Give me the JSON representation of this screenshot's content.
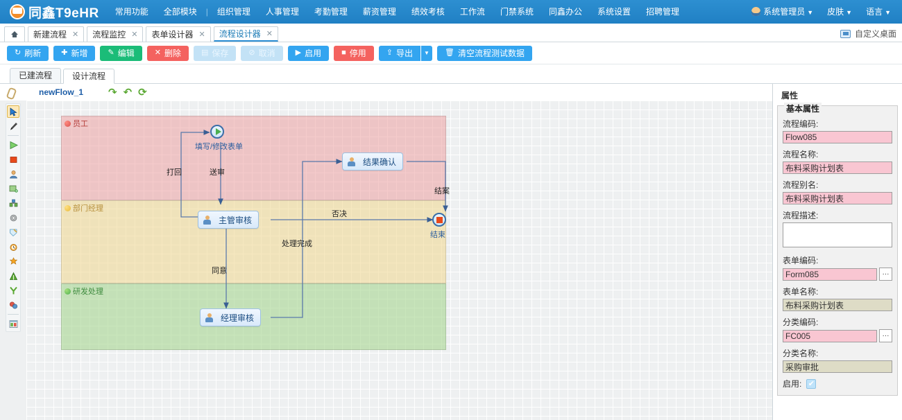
{
  "topnav": {
    "brand": "同鑫T9eHR",
    "logo_icon": "logo-mark",
    "items": [
      "常用功能",
      "全部模块",
      "|",
      "组织管理",
      "人事管理",
      "考勤管理",
      "薪资管理",
      "绩效考核",
      "工作流",
      "门禁系统",
      "同鑫办公",
      "系统设置",
      "招聘管理"
    ],
    "right": {
      "user_icon": "user-icon",
      "user": "系统管理员",
      "skin": "皮肤",
      "language": "语言",
      "caret": "▼"
    },
    "bg_color": "#2080c4"
  },
  "tabs": {
    "home_icon": "home-icon",
    "items": [
      {
        "label": "新建流程",
        "close": "✕",
        "active": false
      },
      {
        "label": "流程监控",
        "close": "✕",
        "active": false
      },
      {
        "label": "表单设计器",
        "close": "✕",
        "active": false
      },
      {
        "label": "流程设计器",
        "close": "✕",
        "active": true
      }
    ],
    "right_label": "自定义桌面",
    "right_icon": "monitor-icon"
  },
  "toolbar": [
    {
      "label": "刷新",
      "icon": "↻",
      "style": "blue",
      "name": "refresh-button"
    },
    {
      "label": "新增",
      "icon": "✚",
      "style": "blue",
      "name": "add-button"
    },
    {
      "label": "编辑",
      "icon": "✎",
      "style": "green",
      "name": "edit-button"
    },
    {
      "label": "删除",
      "icon": "✕",
      "style": "red",
      "name": "delete-button"
    },
    {
      "label": "保存",
      "icon": "▤",
      "style": "disabled",
      "name": "save-button"
    },
    {
      "label": "取消",
      "icon": "⊘",
      "style": "disabled",
      "name": "cancel-button"
    },
    {
      "label": "启用",
      "icon": "▶",
      "style": "blue",
      "name": "enable-button"
    },
    {
      "label": "停用",
      "icon": "■",
      "style": "red",
      "name": "disable-button"
    },
    {
      "label": "导出",
      "icon": "⇪",
      "style": "blue",
      "name": "export-button",
      "split": true,
      "split_caret": "▼"
    },
    {
      "label": "清空流程测试数据",
      "icon": "🗑",
      "style": "blue",
      "name": "clear-test-data-button"
    }
  ],
  "subtabs": [
    {
      "label": "已建流程",
      "active": false
    },
    {
      "label": "设计流程",
      "active": true
    }
  ],
  "designer": {
    "clip_icon": "attachment-icon",
    "flow_name": "newFlow_1",
    "undo_icon": "↷",
    "redo_icon": "↶",
    "refresh_icon": "⟳",
    "lanes": [
      {
        "label": "员工",
        "color": "#e8a0a0"
      },
      {
        "label": "部门经理",
        "color": "#f0d896"
      },
      {
        "label": "研发处理",
        "color": "#a8d693"
      }
    ],
    "nodes": [
      {
        "type": "start",
        "caption": "填写/修改表单",
        "name": "node-start-fill-form"
      },
      {
        "type": "task",
        "label": "结果确认",
        "name": "node-task-result-confirm"
      },
      {
        "type": "task",
        "label": "主管审核",
        "name": "node-task-supervisor-review"
      },
      {
        "type": "task",
        "label": "经理审核",
        "name": "node-task-manager-review"
      },
      {
        "type": "end",
        "caption": "结束",
        "name": "node-end"
      }
    ],
    "edges": [
      {
        "label": "打回"
      },
      {
        "label": "送审"
      },
      {
        "label": "结案"
      },
      {
        "label": "否决"
      },
      {
        "label": "处理完成"
      },
      {
        "label": "同意"
      }
    ],
    "palette": [
      "cursor-icon",
      "pen-icon",
      "start-node-icon",
      "end-node-icon",
      "user-task-icon",
      "subprocess-icon",
      "group-icon",
      "settings-icon",
      "decision-icon",
      "timer-icon",
      "plugin-icon",
      "merge-icon",
      "fork-icon",
      "role-icon",
      "form-icon"
    ]
  },
  "props": {
    "title": "属性",
    "legend": "基本属性",
    "fields": [
      {
        "label": "流程编码:",
        "value": "Flow085",
        "kind": "pink",
        "name": "flow-code-field"
      },
      {
        "label": "流程名称:",
        "value": "布料采购计划表",
        "kind": "pink",
        "name": "flow-name-field"
      },
      {
        "label": "流程别名:",
        "value": "布料采购计划表",
        "kind": "pink",
        "name": "flow-alias-field"
      },
      {
        "label": "流程描述:",
        "value": "",
        "kind": "textarea",
        "name": "flow-desc-field"
      },
      {
        "label": "表单编码:",
        "value": "Form085",
        "kind": "pink-ell",
        "name": "form-code-field",
        "ell": "···"
      },
      {
        "label": "表单名称:",
        "value": "布料采购计划表",
        "kind": "readonly",
        "name": "form-name-field"
      },
      {
        "label": "分类编码:",
        "value": "FC005",
        "kind": "pink-ell",
        "name": "category-code-field",
        "ell": "···"
      },
      {
        "label": "分类名称:",
        "value": "采购审批",
        "kind": "readonly",
        "name": "category-name-field"
      }
    ],
    "enable_label": "启用:",
    "enable_checked": "✔"
  }
}
